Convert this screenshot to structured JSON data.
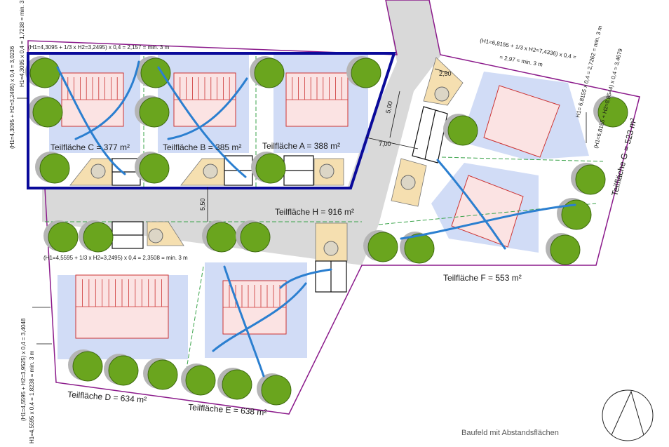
{
  "colors": {
    "boundary": "#8b1a8b",
    "highlight": "#0a0a9a",
    "road": "#d9d9d9",
    "baufeld": "#c9d6f5",
    "house_fill": "#fbe3e3",
    "house_stroke": "#cc3333",
    "tree": "#6aa51e",
    "tree_shadow": "#b5b5b5",
    "swale": "#2b7fd0",
    "parking": "#f5dfb0",
    "green_line": "#3aa34a"
  },
  "parcels": {
    "A": "Teilfläche A = 388 m²",
    "B": "Teilfläche B = 385 m²",
    "C": "Teilfläche C = 377 m²",
    "D": "Teilfläche D = 634 m²",
    "E": "Teilfläche E = 638 m²",
    "F": "Teilfläche F = 553 m²",
    "G": "Teilfläche G = 523 m²",
    "H": "Teilfläche H = 916 m²"
  },
  "formulas": {
    "top": "(H1=4,3095 + 1/3 x H2=3,2495) x 0,4 = 2,157 = min. 3 m",
    "left_1": "(H1=4,3095 + H2=3,2495) x 0,4 = 3,0236",
    "left_2": "H1=4,3095 x 0,4 = 1,7238 = min. 3 m",
    "middle": "(H1=4,5595 + 1/3 x H2=3,2495) x 0,4 = 2,3508 = min. 3 m",
    "right_1": "(H1=6,8155 + 1/3 x H2=7,4336) x 0,4 =",
    "right_2": "= 2,97 = min. 3 m",
    "right_3": "H1= 6,8155 x 0,4 = 2,7262 = min. 3 m",
    "right_4": "(H1=6,8155 + H2=8,8544) x 0,4 = 3,4679",
    "bottom_1": "(H1=4,5595 + H2=3,9525) x 0,4 = 3,4048",
    "bottom_2": "H1=4,5595 x 0,4 = 1,8238 = min. 3 m"
  },
  "dimensions": {
    "road_width": "5,50",
    "parking_length": "7,00",
    "parking_width": "5,00",
    "small": "2,50"
  },
  "caption": "Baufeld mit Abstandsflächen"
}
